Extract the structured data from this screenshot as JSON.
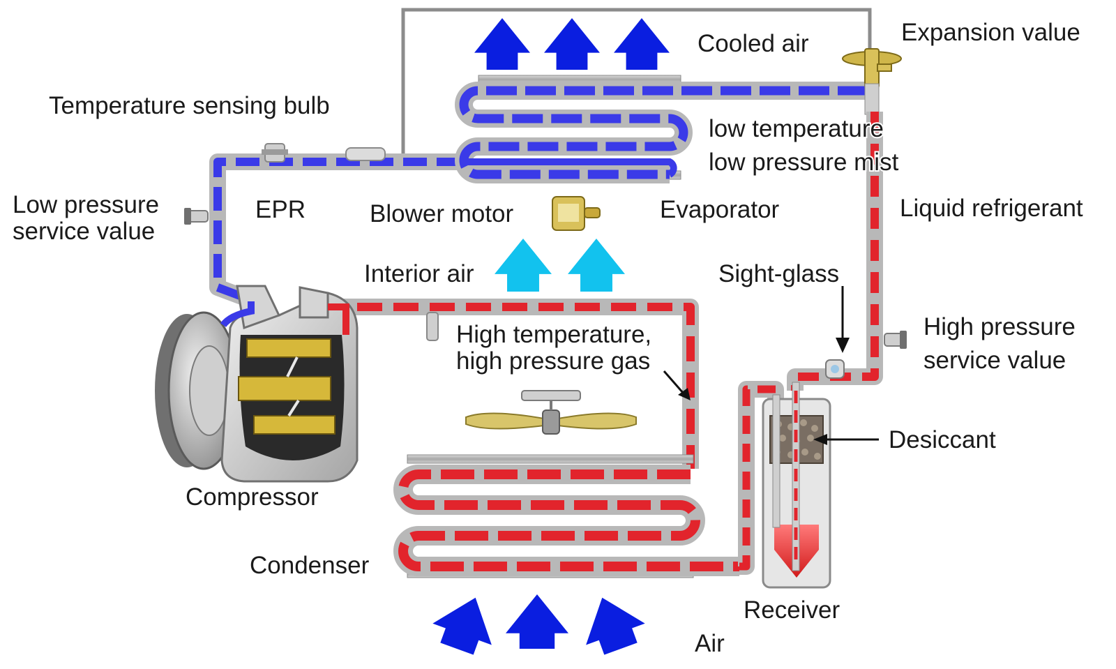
{
  "labels": {
    "cooled_air": "Cooled air",
    "expansion_valve": "Expansion value",
    "temperature_sensing_bulb": "Temperature sensing bulb",
    "low_temperature": "low temperature",
    "low_pressure_mist": "low pressure mist",
    "low_pressure_service_valve_line1": "Low pressure",
    "low_pressure_service_valve_line2": "service value",
    "epr": "EPR",
    "blower_motor": "Blower motor",
    "evaporator": "Evaporator",
    "liquid_refrigerant": "Liquid refrigerant",
    "interior_air": "Interior air",
    "sight_glass": "Sight-glass",
    "high_temp_gas_line1": "High temperature,",
    "high_temp_gas_line2": "high pressure gas",
    "high_pressure_service_valve_line1": "High pressure",
    "high_pressure_service_valve_line2": "service value",
    "desiccant": "Desiccant",
    "compressor": "Compressor",
    "condenser": "Condenser",
    "receiver": "Receiver",
    "air": "Air"
  },
  "colors": {
    "low_pressure_pipe": "#3a3ae8",
    "high_pressure_pipe": "#e2242c",
    "pipe_casing": "#b8b8b8",
    "cooled_air_arrow": "#0a1ee0",
    "interior_air_arrow": "#12c2ee",
    "outside_air_arrow": "#0a1ee0",
    "compressor_brass": "#d6b83a"
  }
}
